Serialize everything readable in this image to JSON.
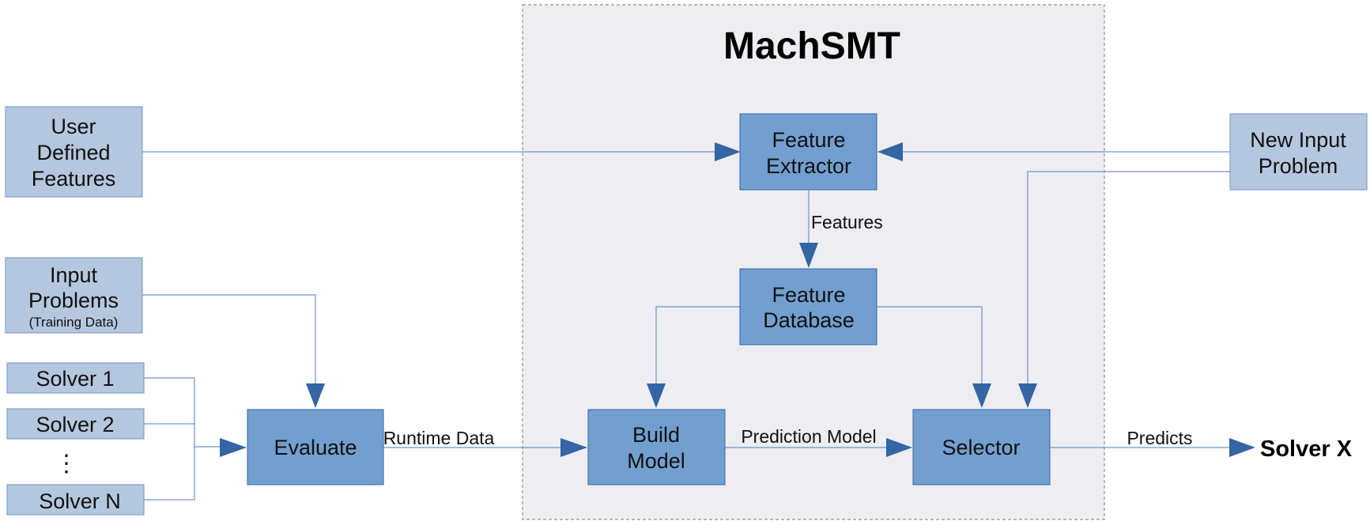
{
  "title": "MachSMT",
  "nodes": {
    "user_features": {
      "lines": [
        "User",
        "Defined",
        "Features"
      ]
    },
    "input_problems": {
      "lines": [
        "Input",
        "Problems"
      ],
      "note": "(Training Data)"
    },
    "solver1": {
      "label": "Solver 1"
    },
    "solver2": {
      "label": "Solver 2"
    },
    "solver_dots": {
      "label": "⋮"
    },
    "solverN": {
      "label": "Solver N"
    },
    "evaluate": {
      "label": "Evaluate"
    },
    "feature_extractor": {
      "lines": [
        "Feature",
        "Extractor"
      ]
    },
    "feature_database": {
      "lines": [
        "Feature",
        "Database"
      ]
    },
    "build_model": {
      "lines": [
        "Build",
        "Model"
      ]
    },
    "selector": {
      "label": "Selector"
    },
    "new_input": {
      "lines": [
        "New Input",
        "Problem"
      ]
    },
    "output": {
      "label": "Solver X"
    }
  },
  "edges": {
    "features": "Features",
    "runtime_data": "Runtime Data",
    "prediction_model": "Prediction Model",
    "predicts": "Predicts"
  },
  "colors": {
    "light_box": "#b4c7de",
    "dark_box": "#729fcf",
    "arrow": "#3465a4",
    "panel": "#ededf2"
  }
}
